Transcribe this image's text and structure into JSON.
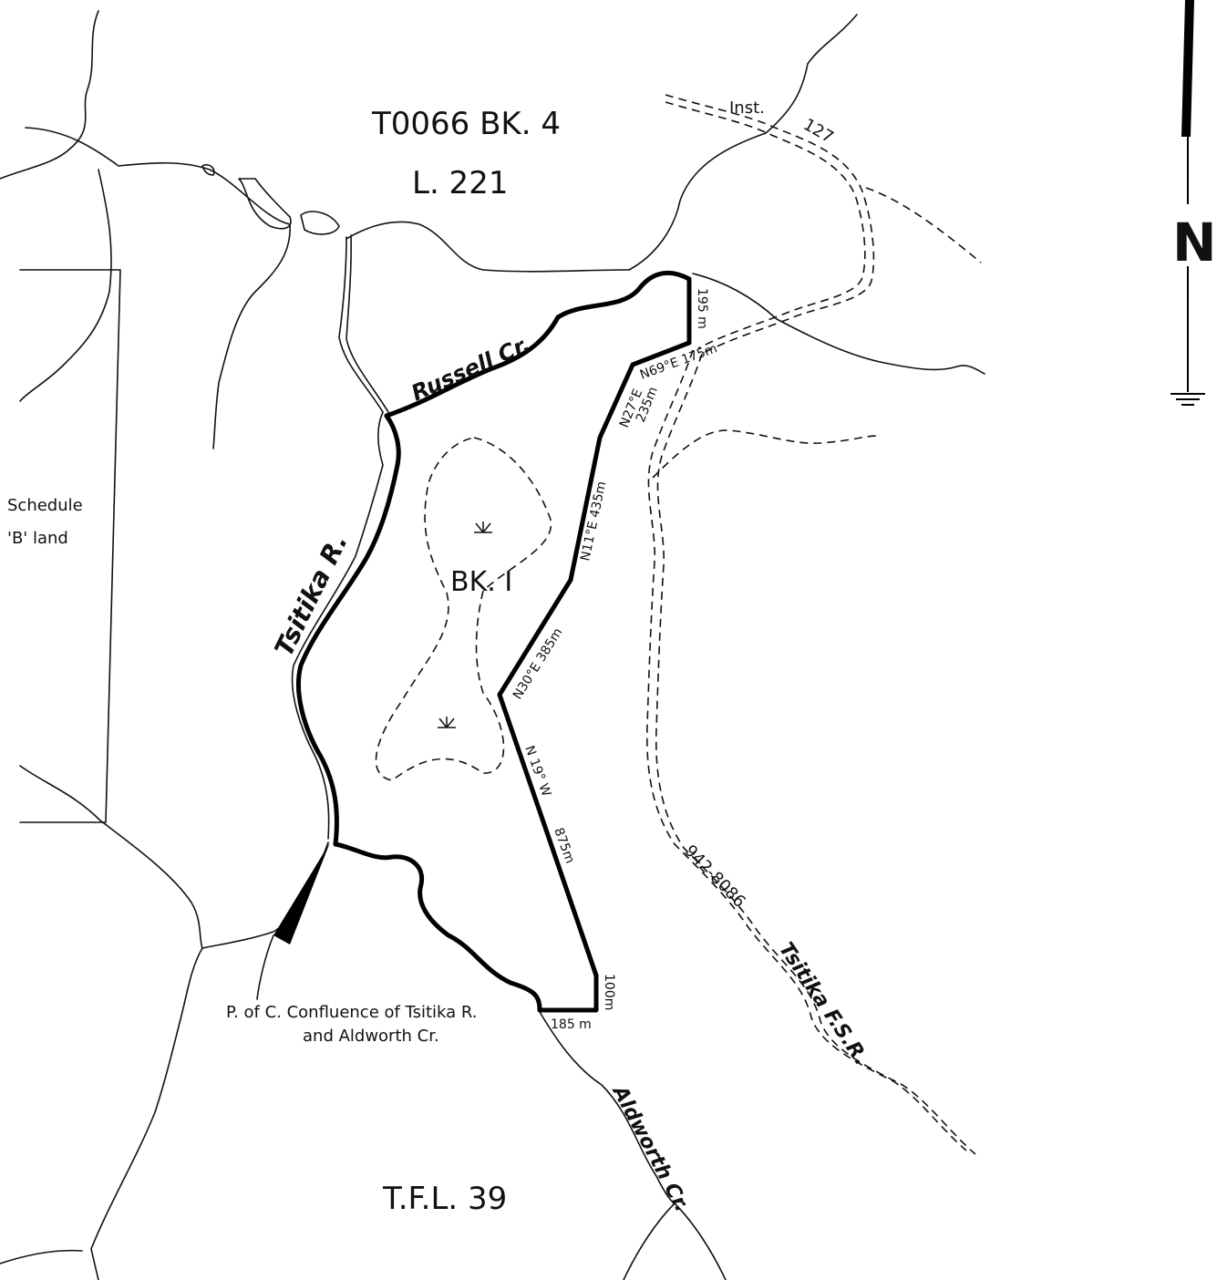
{
  "map": {
    "titles": {
      "tenure": "T0066 BK. 4",
      "lot": "L. 221",
      "block": "BK. I",
      "tfl": "T.F.L. 39"
    },
    "rivers": {
      "tsitika": "Tsitika R.",
      "russell": "Russell Cr.",
      "aldworth": "Aldworth Cr."
    },
    "roads": {
      "inst": "Inst.",
      "inst_num": "127",
      "fsr": "942-8086",
      "fsr_name": "Tsitika F.S.R."
    },
    "schedule": {
      "line1": "Schedule",
      "line2": "'B' land"
    },
    "poc": {
      "line1": "P. of C.  Confluence  of  Tsitika R.",
      "line2": "and Aldworth  Cr."
    },
    "bearings": {
      "b1": "195 m",
      "b2": "N69°E 175m",
      "b3": "N27°E",
      "b3d": "235m",
      "b4": "N11°E  435m",
      "b5": "N30°E  385m",
      "b6": "N 19° W",
      "b6d": "875m",
      "b7": "100m",
      "b8": "185 m"
    },
    "north": "N"
  }
}
